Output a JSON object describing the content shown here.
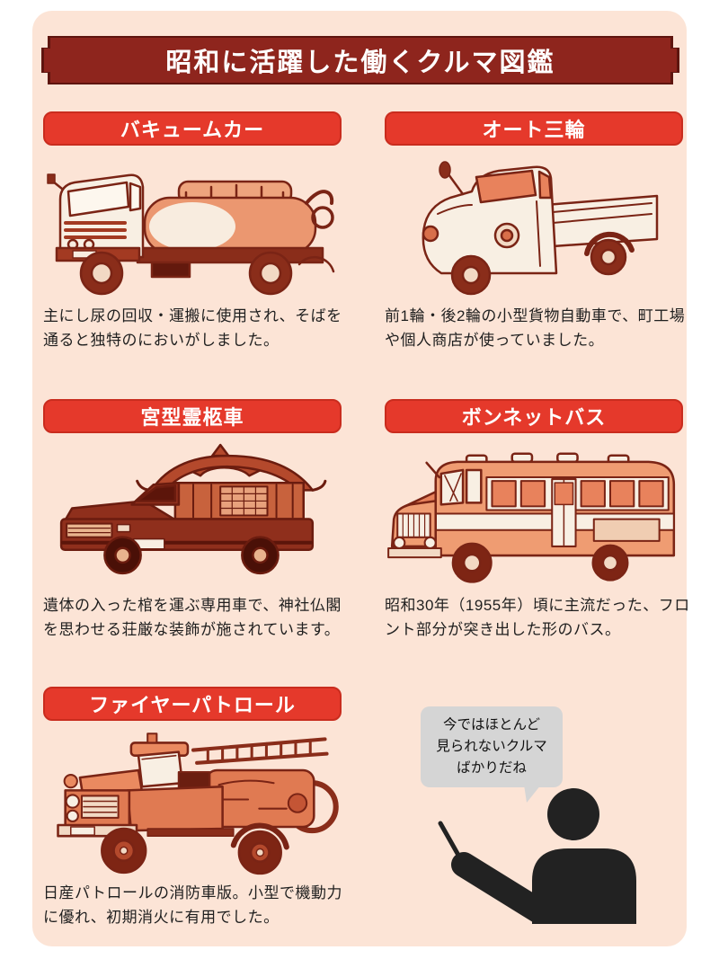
{
  "page": {
    "title": "昭和に活躍した働くクルマ図鑑"
  },
  "entries": [
    {
      "name": "バキュームカー",
      "illustration": "vacuum-truck",
      "description": "主にし尿の回収・運搬に使用され、そばを通ると独特のにおいがしました。"
    },
    {
      "name": "オート三輪",
      "illustration": "auto-three-wheeler",
      "description": "前1輪・後2輪の小型貨物自動車で、町工場や個人商店が使っていました。"
    },
    {
      "name": "宮型霊柩車",
      "illustration": "shrine-hearse",
      "description": "遺体の入った棺を運ぶ専用車で、神社仏閣を思わせる荘厳な装飾が施されています。"
    },
    {
      "name": "ボンネットバス",
      "illustration": "bonnet-bus",
      "description": "昭和30年（1955年）頃に主流だった、フロント部分が突き出した形のバス。"
    },
    {
      "name": "ファイヤーパトロール",
      "illustration": "fire-patrol",
      "description": "日産パトロールの消防車版。小型で機動力に優れ、初期消火に有用でした。"
    }
  ],
  "speech_bubble": {
    "text": "今ではほとんど\n見られないクルマ\nばかりだね"
  },
  "colors": {
    "card_bg": "#fce4d6",
    "header_bg": "#8e251d",
    "header_border": "#5e150f",
    "label_bg": "#e5392b",
    "ink_outline": "#7a2415",
    "bubble_bg": "#d5d5d5",
    "silhouette": "#222222"
  }
}
